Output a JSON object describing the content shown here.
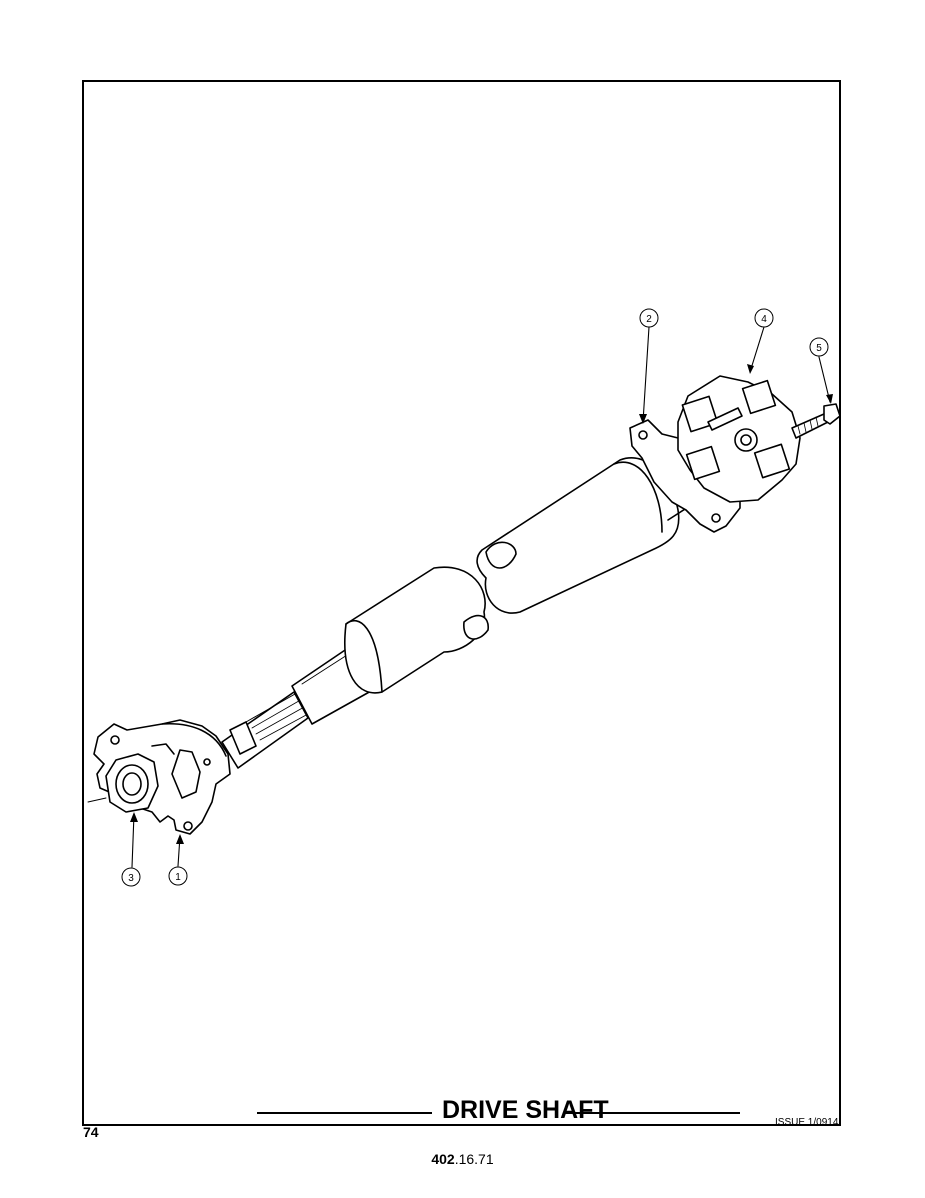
{
  "title": "DRIVE SHAFT",
  "page_number": "74",
  "issue": "ISSUE 1/0914",
  "part_number": {
    "bold": "402",
    "rest": ".16.71"
  },
  "callouts": {
    "c1": "1",
    "c2": "2",
    "c3": "3",
    "c4": "4",
    "c5": "5"
  }
}
